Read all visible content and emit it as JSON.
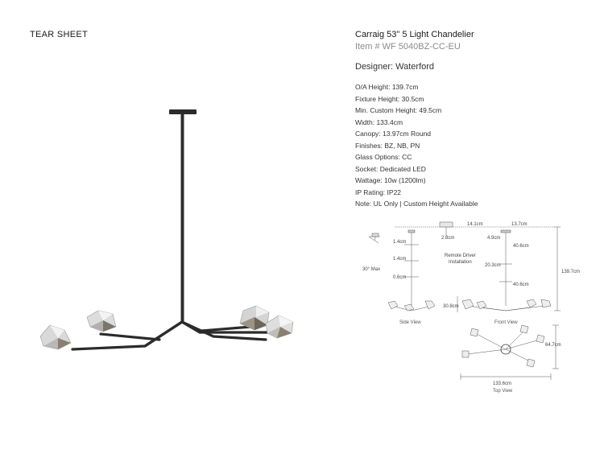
{
  "header": {
    "tear_sheet": "TEAR SHEET"
  },
  "product": {
    "title": "Carraig 53\" 5 Light Chandelier",
    "item_number": "Item # WF 5040BZ-CC-EU",
    "designer": "Designer: Waterford",
    "specs": [
      "O/A Height: 139.7cm",
      "Fixture Height: 30.5cm",
      "Min. Custom Height: 49.5cm",
      "Width: 133.4cm",
      "Canopy: 13.97cm Round",
      "Finishes: BZ, NB, PN",
      "Glass Options: CC",
      "Socket: Dedicated LED",
      "Wattage: 10w (1200lm)",
      "IP Rating: IP22",
      "Note: UL Only | Custom Height Available"
    ]
  },
  "diagram": {
    "angle": "30° Max",
    "side": {
      "d1": "1.4cm",
      "d2": "1.4cm",
      "d3": "0.6cm",
      "caption": "Side View"
    },
    "remote": {
      "d_canopy": "14.1cm",
      "d_height": "2.8cm",
      "label_line1": "Remote Driver",
      "label_line2": "Installation"
    },
    "front": {
      "d_canopy": "13.7cm",
      "d_top": "4.9cm",
      "d_rod1": "40.6cm",
      "d_rod2": "20.3cm",
      "d_rod3": "40.6cm",
      "d_fixture": "30.8cm",
      "d_total": "139.7cm",
      "caption": "Front View"
    },
    "top": {
      "d_depth": "64.7cm",
      "d_width": "133.6cm",
      "caption": "Top View"
    }
  }
}
